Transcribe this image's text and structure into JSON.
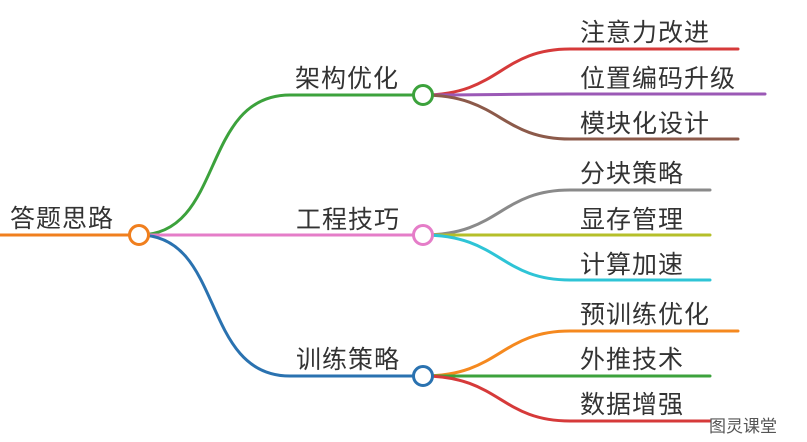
{
  "root": {
    "label": "答题思路",
    "color": "#F07F1E"
  },
  "branches": [
    {
      "label": "架构优化",
      "color": "#3CA23C",
      "children": [
        {
          "label": "注意力改进",
          "color": "#D63A3A"
        },
        {
          "label": "位置编码升级",
          "color": "#9B59B6"
        },
        {
          "label": "模块化设计",
          "color": "#8C5A4A"
        }
      ]
    },
    {
      "label": "工程技巧",
      "color": "#E57DC8",
      "children": [
        {
          "label": "分块策略",
          "color": "#8A8A8A"
        },
        {
          "label": "显存管理",
          "color": "#B5BF2A"
        },
        {
          "label": "计算加速",
          "color": "#2EC4D6"
        }
      ]
    },
    {
      "label": "训练策略",
      "color": "#2A72B0",
      "children": [
        {
          "label": "预训练优化",
          "color": "#F5891F"
        },
        {
          "label": "外推技术",
          "color": "#3CA23C"
        },
        {
          "label": "数据增强",
          "color": "#D63A3A"
        }
      ]
    }
  ],
  "watermark": "图灵课堂"
}
